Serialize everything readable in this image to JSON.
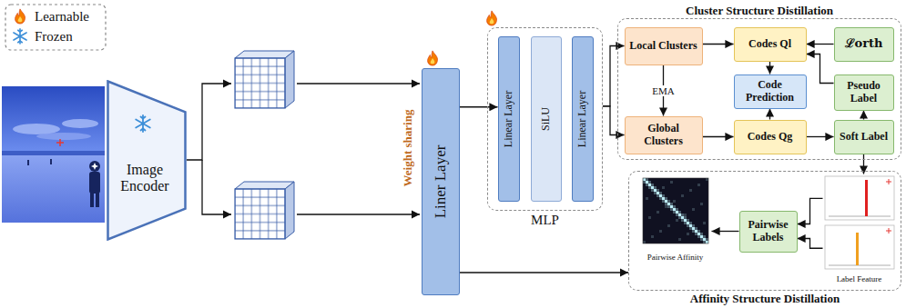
{
  "diagram": {
    "nodes": [
      {
        "text": [
          "Image Encoder"
        ]
      },
      {
        "text": [
          "Liner Layer"
        ]
      },
      {
        "text": [
          "MLP"
        ]
      },
      {
        "text": [
          "Linear Layer"
        ],
        "in": 2
      },
      {
        "text": [
          "SiLU"
        ],
        "in": 2
      },
      {
        "text": [
          "Linear Layer"
        ],
        "in": 2
      },
      {
        "text": [
          "Cluster Structure Distillation"
        ]
      },
      {
        "text": [
          "Local Clusters"
        ],
        "in": 6
      },
      {
        "text": [
          "Codes Ql"
        ],
        "in": 6
      },
      {
        "text": [
          "ℒorth"
        ],
        "in": 6
      },
      {
        "text": [
          "Code Prediction"
        ],
        "in": 6
      },
      {
        "text": [
          "Pseudo Label"
        ],
        "in": 6
      },
      {
        "text": [
          "Global Clusters"
        ],
        "in": 6
      },
      {
        "text": [
          "Codes Qg"
        ],
        "in": 6
      },
      {
        "text": [
          "Soft Label"
        ],
        "in": 6
      },
      {
        "text": [
          "Affinity Structure Distillation"
        ]
      },
      {
        "text": [
          "Pairwise Affinity"
        ],
        "in": 15
      },
      {
        "text": [
          "Pairwise Labels"
        ],
        "in": 15
      },
      {
        "text": [
          "Label Feature"
        ],
        "in": 15
      }
    ],
    "edges": [
      {
        "from": 1,
        "to": 3,
        "arrow": "to"
      },
      {
        "from": 2,
        "to": 7,
        "arrow": "to"
      },
      {
        "from": 2,
        "to": 12,
        "arrow": "to"
      },
      {
        "from": 1,
        "to": 15,
        "arrow": "to"
      },
      {
        "from": 7,
        "to": 8,
        "arrow": "to"
      },
      {
        "from": 7,
        "to": 12,
        "arrow": "to",
        "label": "EMA"
      },
      {
        "from": 12,
        "to": 13,
        "arrow": "to"
      },
      {
        "from": 8,
        "to": 10,
        "arrow": "to"
      },
      {
        "from": 13,
        "to": 10,
        "arrow": "to"
      },
      {
        "from": 9,
        "to": 8,
        "arrow": "to"
      },
      {
        "from": 11,
        "to": 8,
        "arrow": "to"
      },
      {
        "from": 13,
        "to": 14,
        "arrow": "to"
      },
      {
        "from": 14,
        "to": 11,
        "arrow": "to"
      },
      {
        "from": 14,
        "to": 18,
        "arrow": "to"
      },
      {
        "from": 18,
        "to": 17,
        "arrow": "to"
      },
      {
        "from": 18,
        "to": 17,
        "arrow": "to"
      },
      {
        "from": 17,
        "to": 16,
        "arrow": "to"
      }
    ],
    "labels": [
      "Weight sharing"
    ],
    "legend": [
      {
        "text": "Learnable"
      },
      {
        "text": "Frozen"
      }
    ]
  }
}
